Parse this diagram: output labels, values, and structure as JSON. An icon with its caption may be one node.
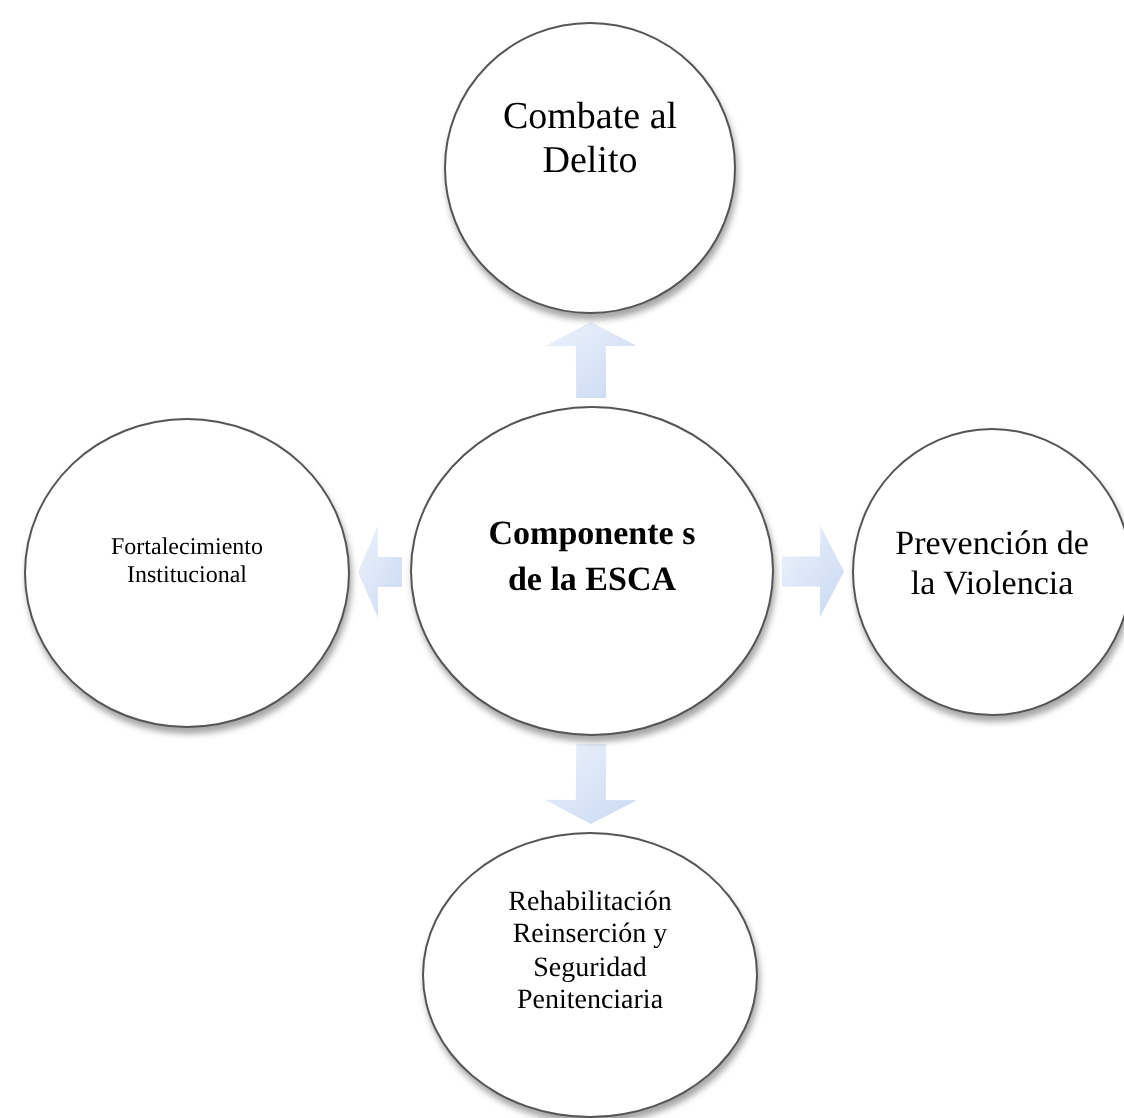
{
  "diagram": {
    "nodes": [
      {
        "text": [
          "Combate al Delito"
        ]
      },
      {
        "text": [
          "Fortalecimiento Institucional"
        ]
      },
      {
        "text": [
          "Componente s de la ESCA"
        ]
      },
      {
        "text": [
          "Prevención de la Violencia"
        ]
      },
      {
        "text": [
          "Rehabilitación Reinserción y Seguridad Penitenciaria"
        ]
      }
    ],
    "edges": [
      {
        "from": 2,
        "to": 0,
        "arrow": "to"
      },
      {
        "from": 2,
        "to": 3,
        "arrow": "to"
      },
      {
        "from": 2,
        "to": 4,
        "arrow": "to"
      },
      {
        "from": 2,
        "to": 1,
        "arrow": "to"
      }
    ]
  }
}
